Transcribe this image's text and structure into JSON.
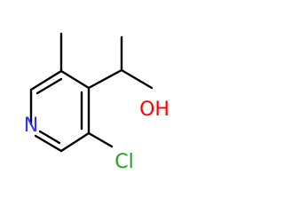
{
  "molecule": {
    "atoms": {
      "nitrogen": "N",
      "oxygen": "OH",
      "chlorine": "Cl"
    }
  },
  "colors": {
    "bond": "#000000",
    "nitrogen": "#3333ff",
    "oxygen": "#ff0000",
    "chlorine": "#1fa71f"
  }
}
